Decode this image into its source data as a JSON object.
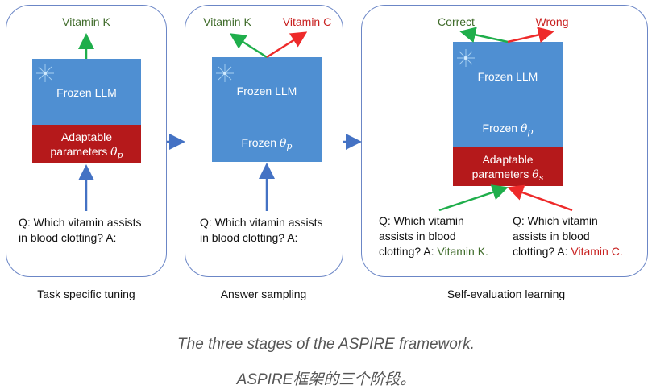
{
  "stages": [
    {
      "name": "task-specific-tuning",
      "output_labels": [
        {
          "text": "Vitamin K",
          "color": "#3f6b2a"
        }
      ],
      "model_block": {
        "label": "Frozen LLM",
        "icon": "snowflake-icon"
      },
      "adapter_block": {
        "line1": "Adaptable",
        "line2": "parameters",
        "theta": "θ",
        "subscript": "p"
      },
      "question": {
        "line1": "Q: Which vitamin assists",
        "line2": "in blood clotting? A:"
      },
      "caption": "Task specific tuning"
    },
    {
      "name": "answer-sampling",
      "output_labels": [
        {
          "text": "Vitamin K",
          "color": "#3f6b2a"
        },
        {
          "text": "Vitamin C",
          "color": "#c8201f"
        }
      ],
      "model_block": {
        "label": "Frozen LLM",
        "icon": "snowflake-icon",
        "frozen_label": "Frozen",
        "theta": "θ",
        "subscript": "p"
      },
      "question": {
        "line1": "Q: Which vitamin assists",
        "line2": "in blood clotting? A:"
      },
      "caption": "Answer sampling"
    },
    {
      "name": "self-evaluation-learning",
      "output_labels": [
        {
          "text": "Correct",
          "color": "#3f6b2a"
        },
        {
          "text": "Wrong",
          "color": "#c8201f"
        }
      ],
      "model_block": {
        "label": "Frozen LLM",
        "icon": "snowflake-icon",
        "frozen_label": "Frozen",
        "theta": "θ",
        "subscript": "p"
      },
      "adapter_block": {
        "line1": "Adaptable",
        "line2": "parameters",
        "theta": "θ",
        "subscript": "s"
      },
      "questions": [
        {
          "line1": "Q: Which vitamin",
          "line2": "assists in blood",
          "line3_prefix": "clotting? A: ",
          "answer": "Vitamin K.",
          "answer_color": "#3f6b2a"
        },
        {
          "line1": "Q: Which vitamin",
          "line2": "assists in blood",
          "line3_prefix": "clotting? A: ",
          "answer": "Vitamin C.",
          "answer_color": "#c8201f"
        }
      ],
      "caption": "Self-evaluation learning"
    }
  ],
  "colors": {
    "panel_border": "#6b86c6",
    "frozen_blue": "#4f8fd2",
    "adapter_red": "#b5191b",
    "arrow_blue": "#4472c4",
    "arrow_green": "#1fae4b",
    "arrow_red": "#ee2a2a"
  },
  "figure_caption": {
    "english": "The three stages of the ASPIRE framework.",
    "chinese": "ASPIRE框架的三个阶段。"
  }
}
